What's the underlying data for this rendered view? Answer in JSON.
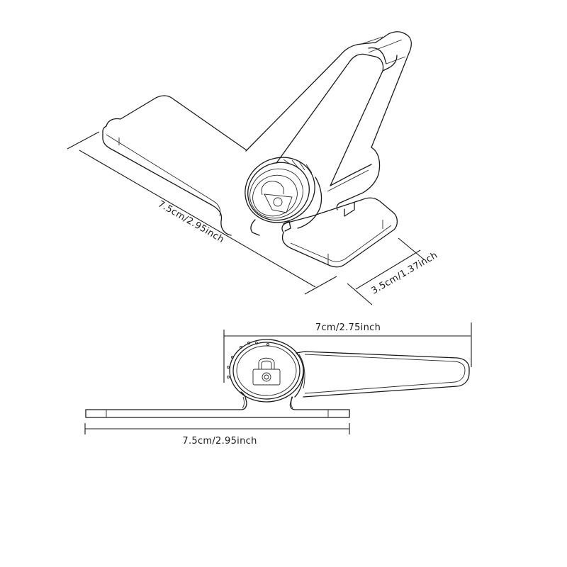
{
  "diagram": {
    "type": "product-dimension-drawing",
    "subject": "locking clip with rotating arm and padlock dial",
    "views": [
      {
        "id": "isometric-view",
        "dimensions": {
          "length": "7.5cm/2.95inch",
          "width": "3.5cm/1.37inch"
        },
        "icons": [
          "padlock-icon"
        ]
      },
      {
        "id": "side-view",
        "dimensions": {
          "arm_length": "7cm/2.75inch",
          "base_length": "7.5cm/2.95inch"
        },
        "icons": [
          "padlock-icon"
        ]
      }
    ],
    "colors": {
      "background": "#ffffff",
      "line": "#1a1a1a"
    }
  }
}
